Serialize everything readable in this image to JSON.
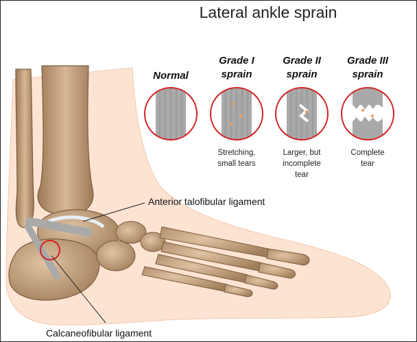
{
  "title": "Lateral ankle sprain",
  "grades": [
    {
      "label_line1": "Normal",
      "label_line2": "",
      "desc_line1": "",
      "desc_line2": "",
      "desc_line3": ""
    },
    {
      "label_line1": "Grade I",
      "label_line2": "sprain",
      "desc_line1": "Stretching,",
      "desc_line2": "small tears",
      "desc_line3": ""
    },
    {
      "label_line1": "Grade II",
      "label_line2": "sprain",
      "desc_line1": "Larger, but",
      "desc_line2": "incomplete",
      "desc_line3": "tear"
    },
    {
      "label_line1": "Grade III",
      "label_line2": "sprain",
      "desc_line1": "Complete",
      "desc_line2": "tear",
      "desc_line3": ""
    }
  ],
  "callouts": {
    "anterior": "Anterior talofibular ligament",
    "calcaneofibular": "Calcaneofibular ligament"
  },
  "colors": {
    "skin": "#fde3d2",
    "bone": "#c8a27e",
    "bone_dark": "#8b6a4c",
    "ligament": "#a9a9a9",
    "circle_border": "#d42020",
    "tear_accent": "#f0a060"
  }
}
